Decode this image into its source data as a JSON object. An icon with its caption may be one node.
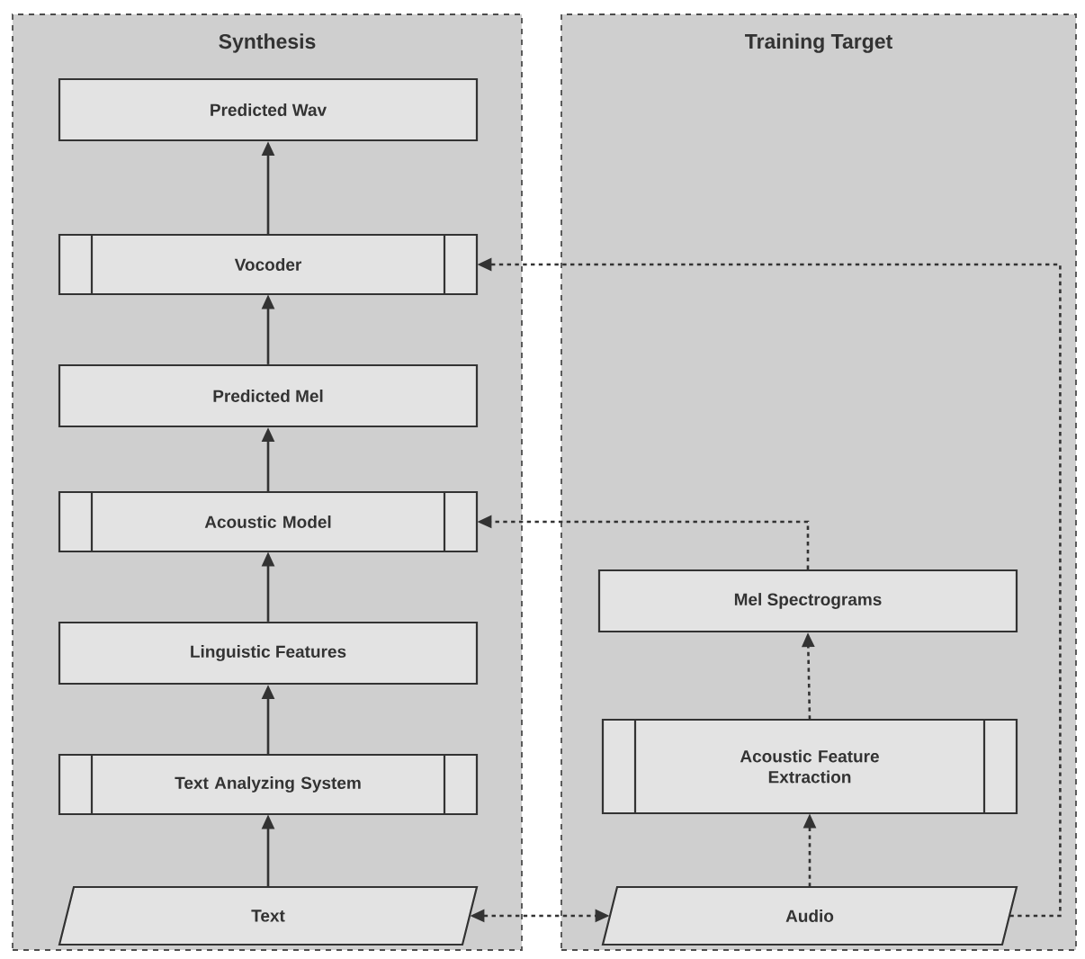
{
  "diagram": {
    "nodes": [
      {
        "text": [
          "Synthesis"
        ]
      },
      {
        "text": [
          "Predicted Wav"
        ],
        "in": 0
      },
      {
        "text": [
          "Vocoder"
        ],
        "in": 0
      },
      {
        "text": [
          "Predicted Mel"
        ],
        "in": 0
      },
      {
        "text": [
          "Acoustic Model"
        ],
        "in": 0
      },
      {
        "text": [
          "Linguistic Features"
        ],
        "in": 0
      },
      {
        "text": [
          "Text Analyzing System"
        ],
        "in": 0
      },
      {
        "text": [
          "Text"
        ],
        "in": 0
      },
      {
        "text": [
          "Training Target"
        ]
      },
      {
        "text": [
          "Mel Spectrograms"
        ],
        "in": 8
      },
      {
        "text": [
          "Acoustic Feature Extraction"
        ],
        "in": 8
      },
      {
        "text": [
          "Audio"
        ],
        "in": 8
      }
    ],
    "edges": [
      {
        "from": 7,
        "to": 6,
        "arrow": "to"
      },
      {
        "from": 6,
        "to": 5,
        "arrow": "to"
      },
      {
        "from": 5,
        "to": 4,
        "arrow": "to"
      },
      {
        "from": 4,
        "to": 3,
        "arrow": "to"
      },
      {
        "from": 3,
        "to": 2,
        "arrow": "to"
      },
      {
        "from": 2,
        "to": 1,
        "arrow": "to"
      },
      {
        "from": 11,
        "to": 10,
        "arrow": "to",
        "style": "dashed"
      },
      {
        "from": 10,
        "to": 9,
        "arrow": "to",
        "style": "dashed"
      },
      {
        "from": 9,
        "to": 4,
        "arrow": "to",
        "style": "dashed"
      },
      {
        "from": 11,
        "to": 2,
        "arrow": "to",
        "style": "dashed"
      },
      {
        "from": 7,
        "to": 11,
        "arrow": "both",
        "style": "dashed"
      }
    ]
  }
}
